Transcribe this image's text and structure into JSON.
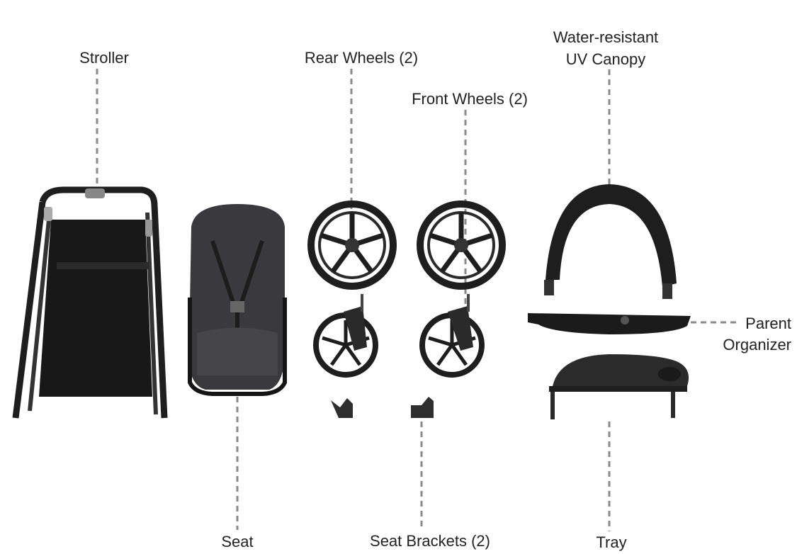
{
  "labels": {
    "stroller": "Stroller",
    "rear_wheels": "Rear Wheels (2)",
    "front_wheels": "Front Wheels (2)",
    "canopy_line1": "Water-resistant",
    "canopy_line2": "UV Canopy",
    "organizer_line1": "Parent",
    "organizer_line2": "Organizer",
    "seat": "Seat",
    "seat_brackets": "Seat Brackets (2)",
    "tray": "Tray"
  },
  "colors": {
    "leader_line": "#8a8a8a",
    "product_dark": "#1e1e1e",
    "seat_fabric": "#3a3a3e"
  }
}
